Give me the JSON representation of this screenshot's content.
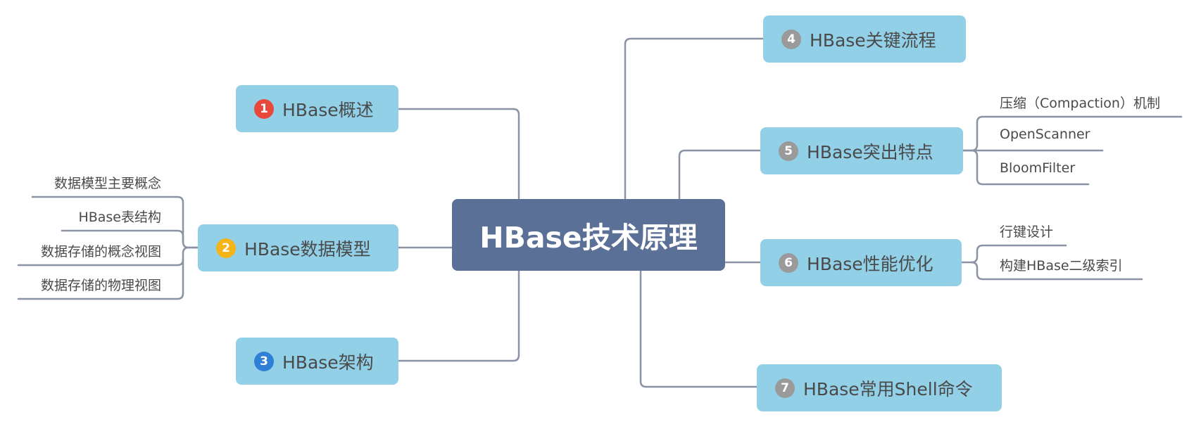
{
  "center": {
    "label": "HBase技术原理"
  },
  "branches": [
    {
      "number": "1",
      "label": "HBase概述",
      "badge_color": "#e8483b",
      "children": []
    },
    {
      "number": "2",
      "label": "HBase数据模型",
      "badge_color": "#f5b418",
      "children": [
        "数据模型主要概念",
        "HBase表结构",
        "数据存储的概念视图",
        "数据存储的物理视图"
      ]
    },
    {
      "number": "3",
      "label": "HBase架构",
      "badge_color": "#2f7fd6",
      "children": []
    },
    {
      "number": "4",
      "label": "HBase关键流程",
      "badge_color": "#9a9a9a",
      "children": []
    },
    {
      "number": "5",
      "label": "HBase突出特点",
      "badge_color": "#9a9a9a",
      "children": [
        "压缩（Compaction）机制",
        "OpenScanner",
        "BloomFilter"
      ]
    },
    {
      "number": "6",
      "label": "HBase性能优化",
      "badge_color": "#9a9a9a",
      "children": [
        "行键设计",
        "构建HBase二级索引"
      ]
    },
    {
      "number": "7",
      "label": "HBase常用Shell命令",
      "badge_color": "#9a9a9a",
      "children": []
    }
  ],
  "colors": {
    "center_bg": "#5b7097",
    "node_bg": "#92d0e8",
    "line": "#8a93a6",
    "text": "#4a4a4a"
  }
}
